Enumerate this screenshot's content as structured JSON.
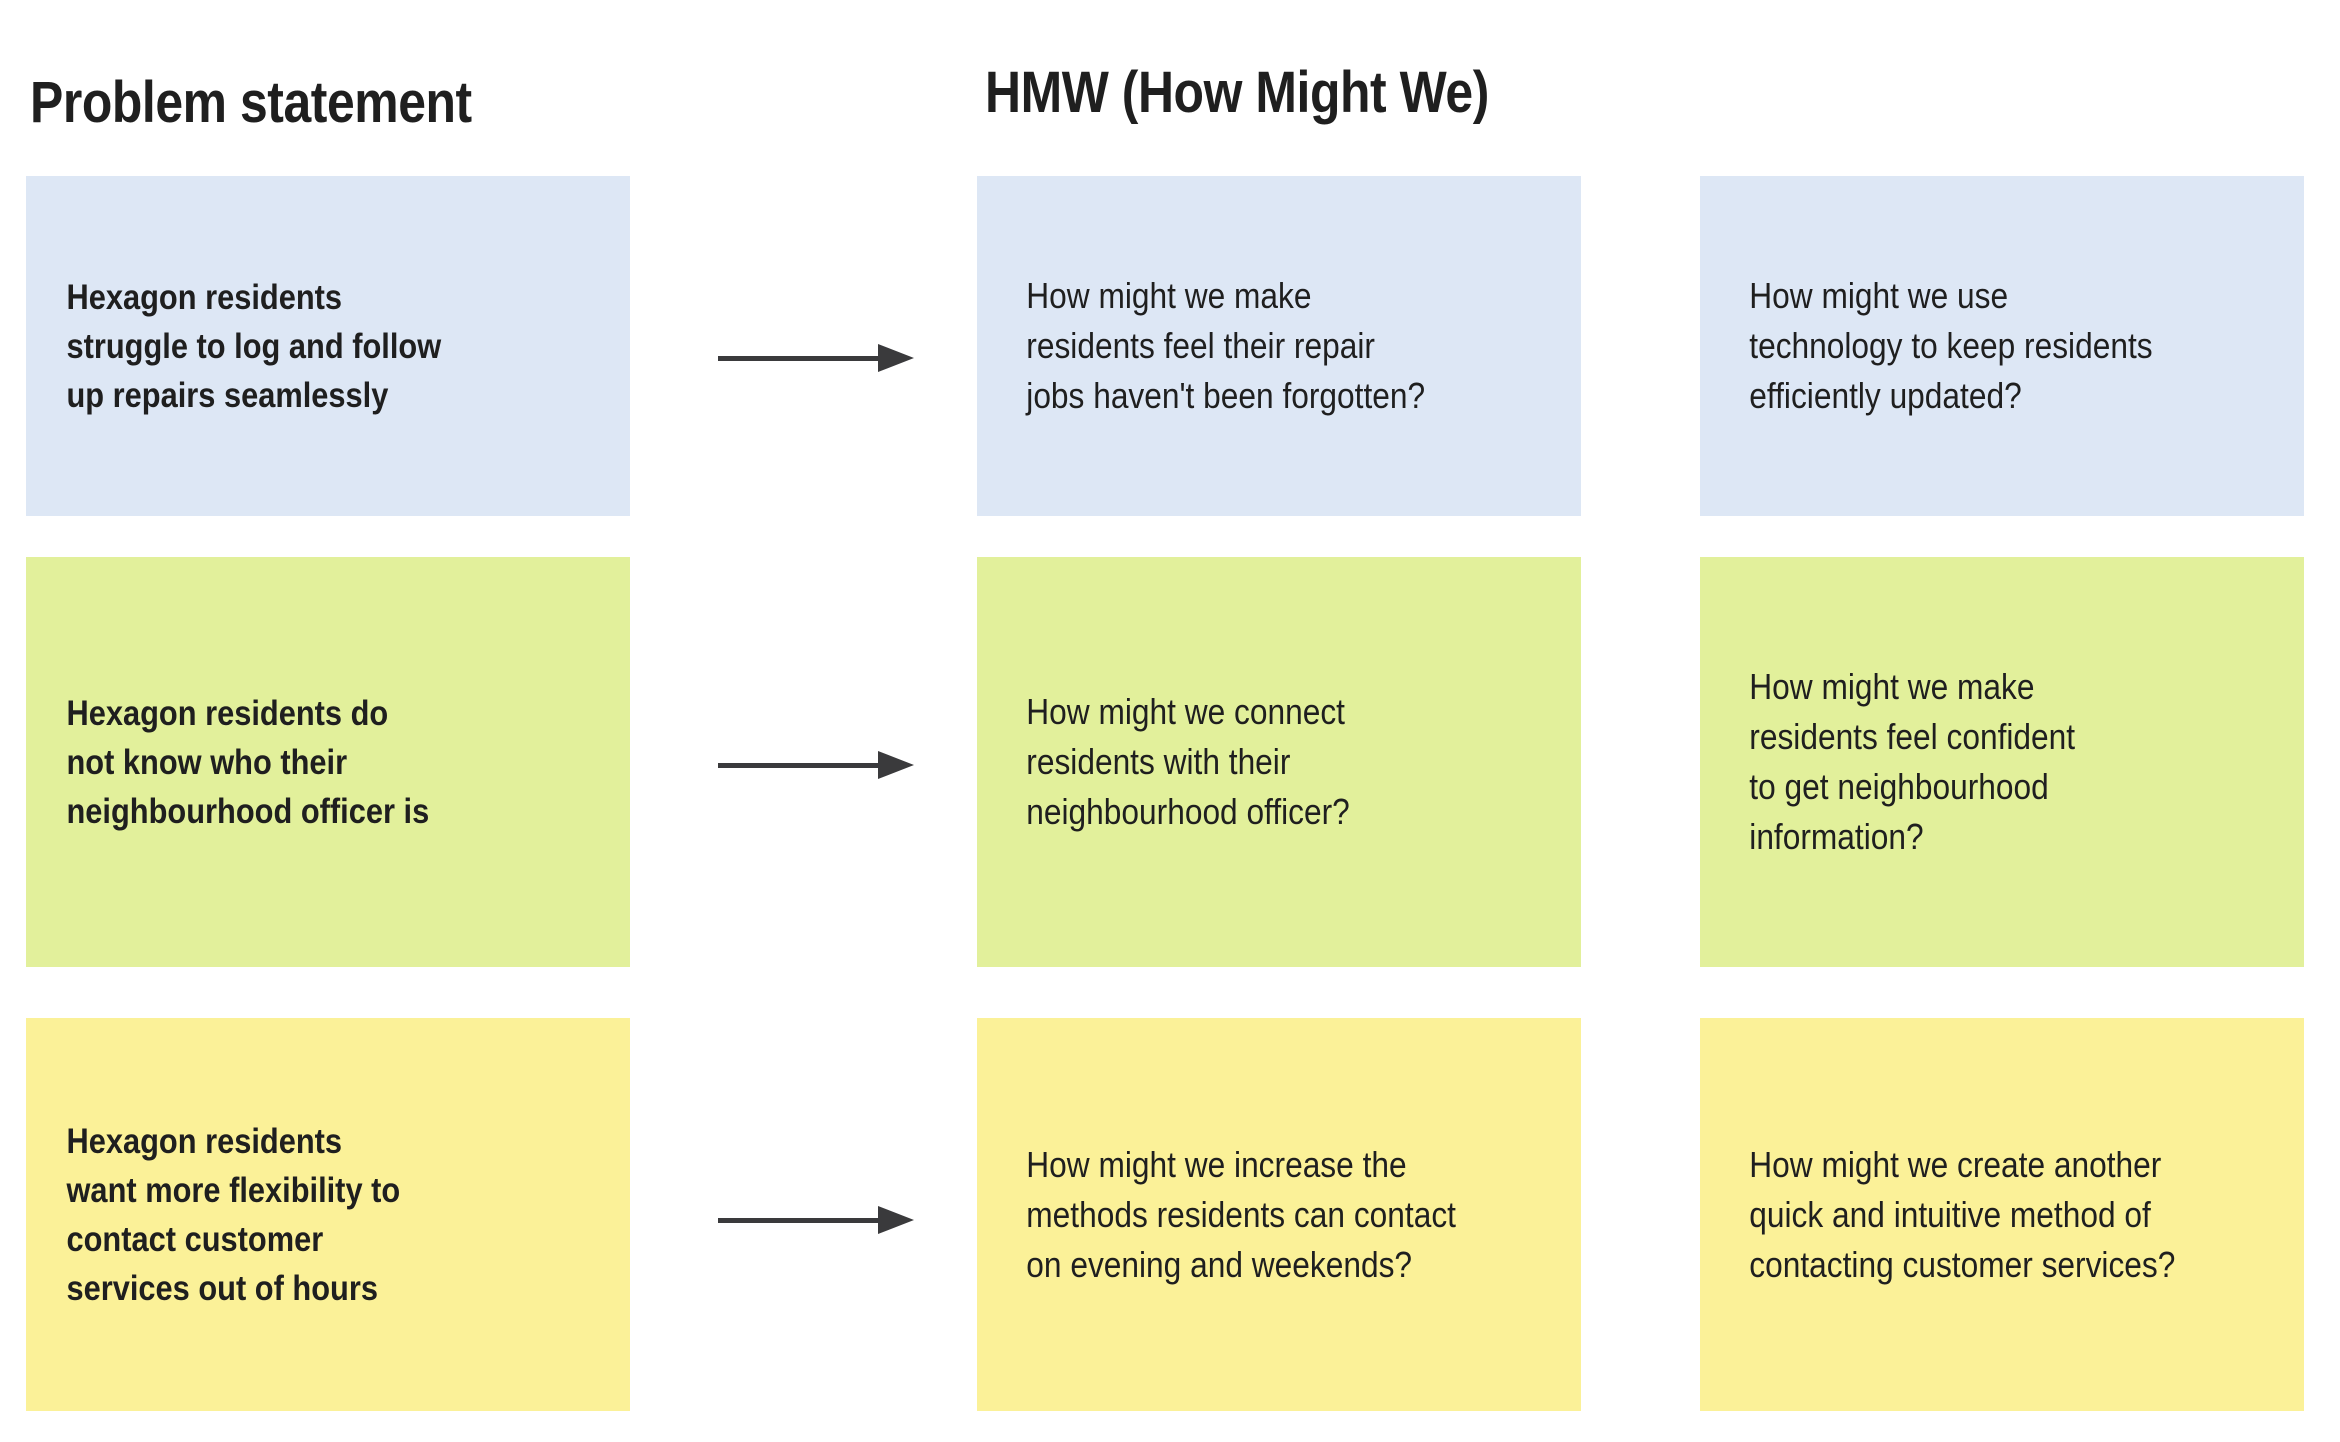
{
  "headings": {
    "problem_statement": "Problem statement",
    "hmw": "HMW (How Might We)"
  },
  "palette": {
    "blue": "#dde7f5",
    "green": "#e2f09b",
    "yellow": "#fbf198",
    "text": "#1f1f1f",
    "arrow": "#3a3a3c",
    "background": "#ffffff"
  },
  "rows": [
    {
      "color_name": "blue",
      "problem": "Hexagon residents\nstruggle to log and follow\nup repairs seamlessly",
      "arrow": "arrow-right-icon",
      "hmw": [
        "How might we make\nresidents feel their repair\njobs haven't been forgotten?",
        "How might we use\ntechnology to keep residents\nefficiently updated?"
      ]
    },
    {
      "color_name": "green",
      "problem": "Hexagon residents do\nnot know who their\nneighbourhood officer is",
      "arrow": "arrow-right-icon",
      "hmw": [
        "How might we connect\nresidents with their\nneighbourhood officer?",
        "How might we make\nresidents feel confident\nto get neighbourhood\ninformation?"
      ]
    },
    {
      "color_name": "yellow",
      "problem": "Hexagon residents\nwant more flexibility to\ncontact customer\nservices out of hours",
      "arrow": "arrow-right-icon",
      "hmw": [
        "How might we increase the\nmethods residents can contact\non evening and weekends?",
        "How might we create another\nquick and intuitive method of\ncontacting customer services?"
      ]
    }
  ]
}
